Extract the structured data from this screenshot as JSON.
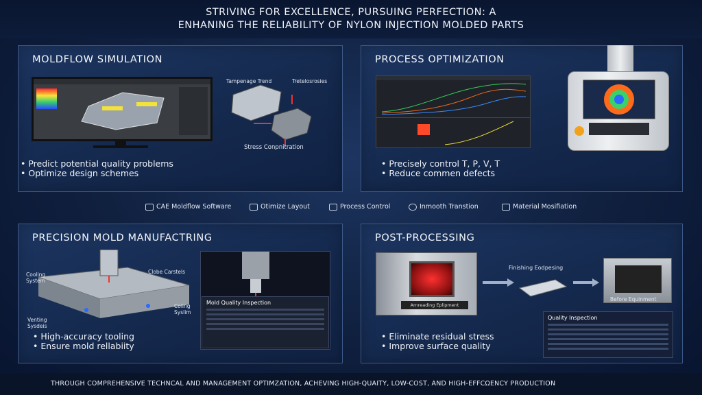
{
  "header": {
    "line1": "STRIVING FOR EXCELLENCE, PURSUING PERFECTION:  A",
    "line2": "ENHANING THE RELIABILITY OF NYLON INJECTION MOLDED PARTS"
  },
  "moldflow": {
    "title": "MOLDFLOW SIMULATION",
    "label_trend": "Tampenage Trend",
    "label_temp": "Tretelosrosies",
    "label_stress": "Stress Conpnitration",
    "bullets": [
      "Predict potential quality problems",
      "Optimize design schemes"
    ]
  },
  "process": {
    "title": "PROCESS OPTIMIZATION",
    "bullets": [
      "Precisely control T, P, V, T",
      "Reduce commen defects"
    ]
  },
  "features": [
    {
      "label": "CAE Moldflow Software",
      "icon": "software-icon"
    },
    {
      "label": "Otimize Layout",
      "icon": "layout-icon"
    },
    {
      "label": "Process Control",
      "icon": "control-icon"
    },
    {
      "label": "Inmooth Transtion",
      "icon": "transition-icon"
    },
    {
      "label": "Material Mosifiation",
      "icon": "material-icon"
    }
  ],
  "mold": {
    "title": "PRECISION MOLD MANUFACTRING",
    "label_cooling": "Cooling System",
    "label_cavities": "Clobe Carstels",
    "label_cooling2": "Coling Syslim",
    "label_venting": "Venting Sysdeis",
    "inspection_title": "Mold Quality Inspection",
    "bullets": [
      "High-accuracy tooling",
      "Ensure mold rellabiity"
    ]
  },
  "post": {
    "title": "POST-PROCESSING",
    "label_annealing": "Arnreading Eplipment",
    "label_finishing": "Finishing Eodpesing",
    "label_before": "Before Equinment",
    "quality_title": "Quality Inspection",
    "bullets": [
      "Eliminate residual stress",
      "Improve surface quality"
    ]
  },
  "footer": {
    "text": "THROUGH COMPREHENSIVE TECHNCAL AND MANAGEMENT OPTIMZATION, ACHEVING HIGH-QUAITY, LOW-COST, AND HIGH-EFFCΩENCY PRODUCTION"
  },
  "colors": {
    "accent": "#3d5a8a",
    "background": "#0f1f3d"
  }
}
